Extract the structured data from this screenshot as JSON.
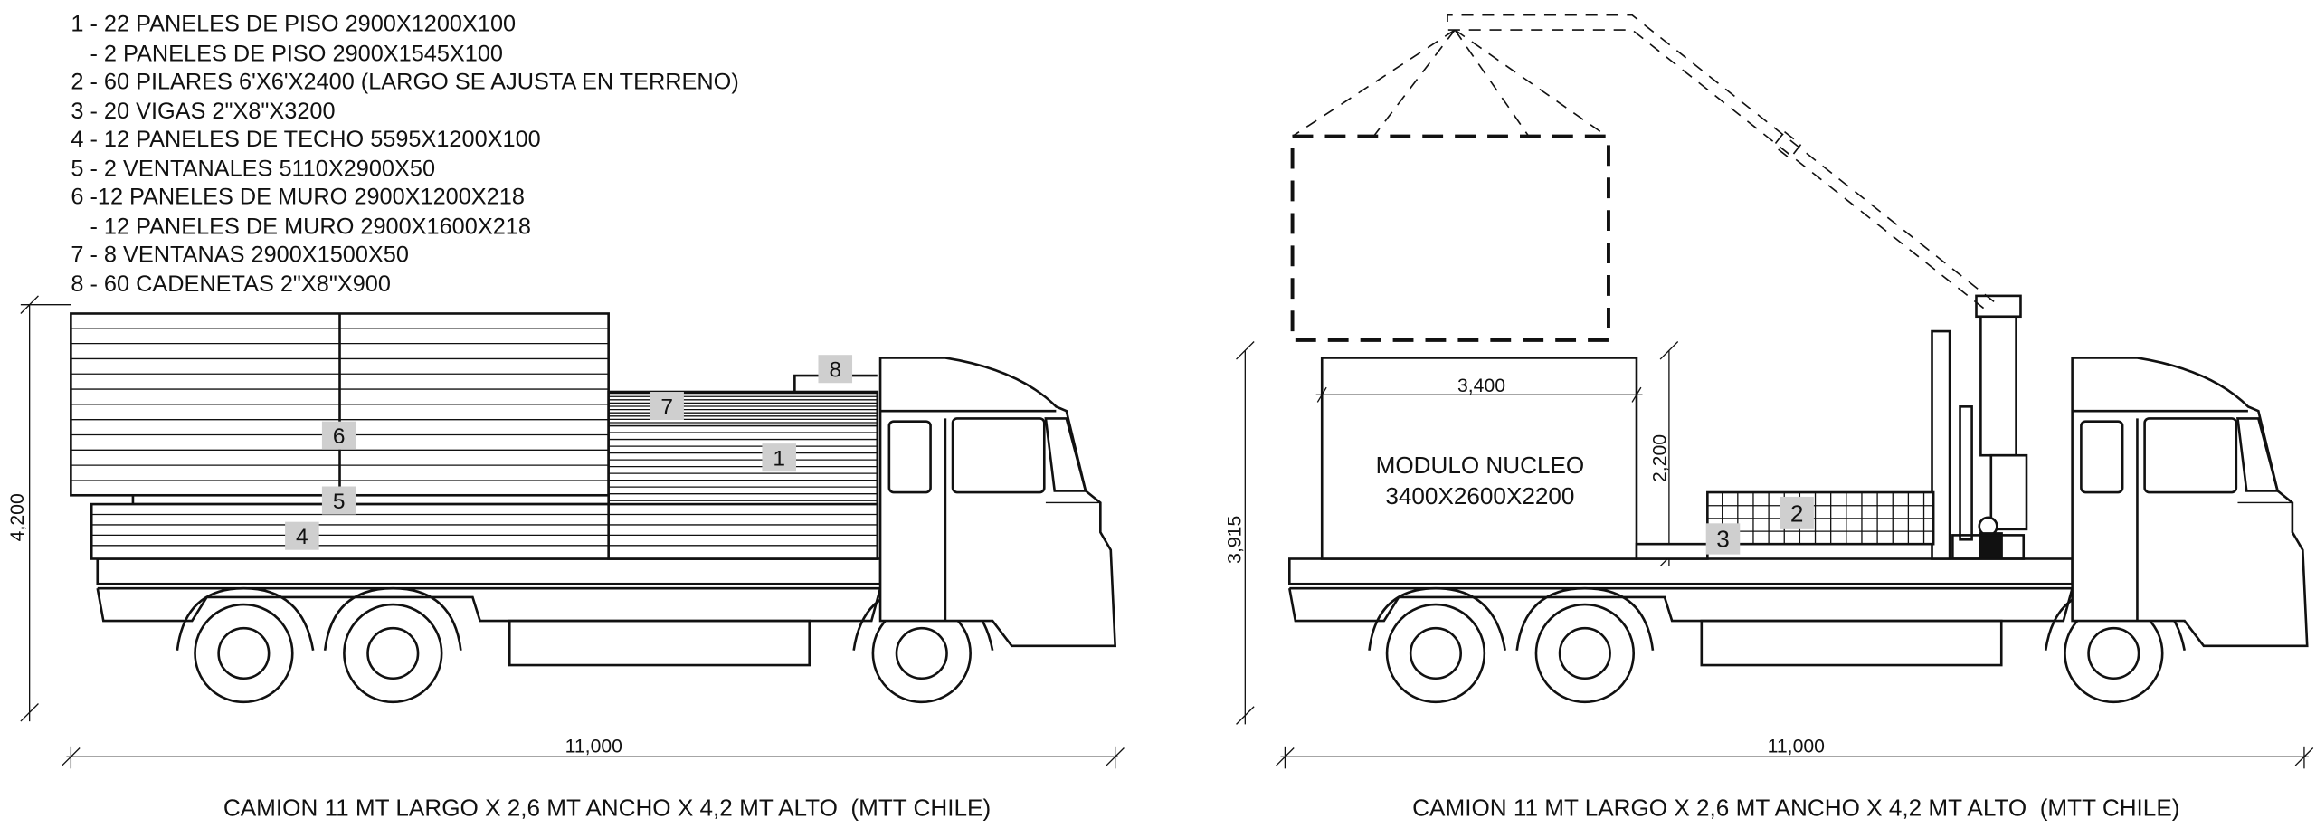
{
  "legend": [
    "1 - 22 PANELES DE PISO 2900X1200X100",
    "   - 2 PANELES DE PISO 2900X1545X100",
    "2 - 60 PILARES 6'X6'X2400 (LARGO SE AJUSTA EN TERRENO)",
    "3 - 20 VIGAS 2\"X8\"X3200",
    "4 - 12 PANELES DE TECHO 5595X1200X100",
    "5 - 2 VENTANALES 5110X2900X50",
    "6 -12 PANELES DE MURO 2900X1200X218",
    "   - 12 PANELES DE MURO 2900X1600X218",
    "7 - 8 VENTANAS 2900X1500X50",
    "8 - 60 CADENETAS 2\"X8\"X900"
  ],
  "left_truck": {
    "tags": {
      "t1": "1",
      "t4": "4",
      "t5": "5",
      "t6": "6",
      "t7": "7",
      "t8": "8"
    },
    "height_dim": "4,200",
    "length_dim": "11,000",
    "caption": "CAMION 11 MT LARGO X 2,6 MT ANCHO X 4,2 MT ALTO  (MTT CHILE)"
  },
  "right_truck": {
    "tags": {
      "t2": "2",
      "t3": "3"
    },
    "module_name": "MODULO NUCLEO",
    "module_size": "3400X2600X2200",
    "module_width_dim": "3,400",
    "module_height_dim": "2,200",
    "height_dim": "3,915",
    "length_dim": "11,000",
    "caption": "CAMION 11 MT LARGO X 2,6 MT ANCHO X 4,2 MT ALTO  (MTT CHILE)"
  }
}
